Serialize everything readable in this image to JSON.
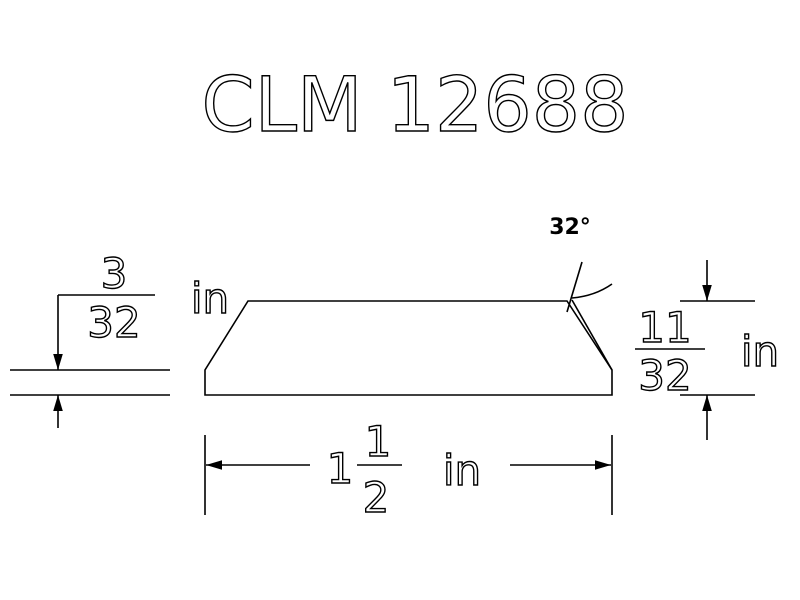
{
  "title": "CLM 12688",
  "angle": {
    "label": "32°"
  },
  "thickness_left": {
    "numerator": "3",
    "denominator": "32",
    "unit": "in"
  },
  "thickness_right": {
    "numerator": "11",
    "denominator": "32",
    "unit": "in"
  },
  "width": {
    "whole": "1",
    "numerator": "1",
    "denominator": "2",
    "unit": "in"
  },
  "colors": {
    "stroke": "#000000",
    "background": "#ffffff"
  }
}
